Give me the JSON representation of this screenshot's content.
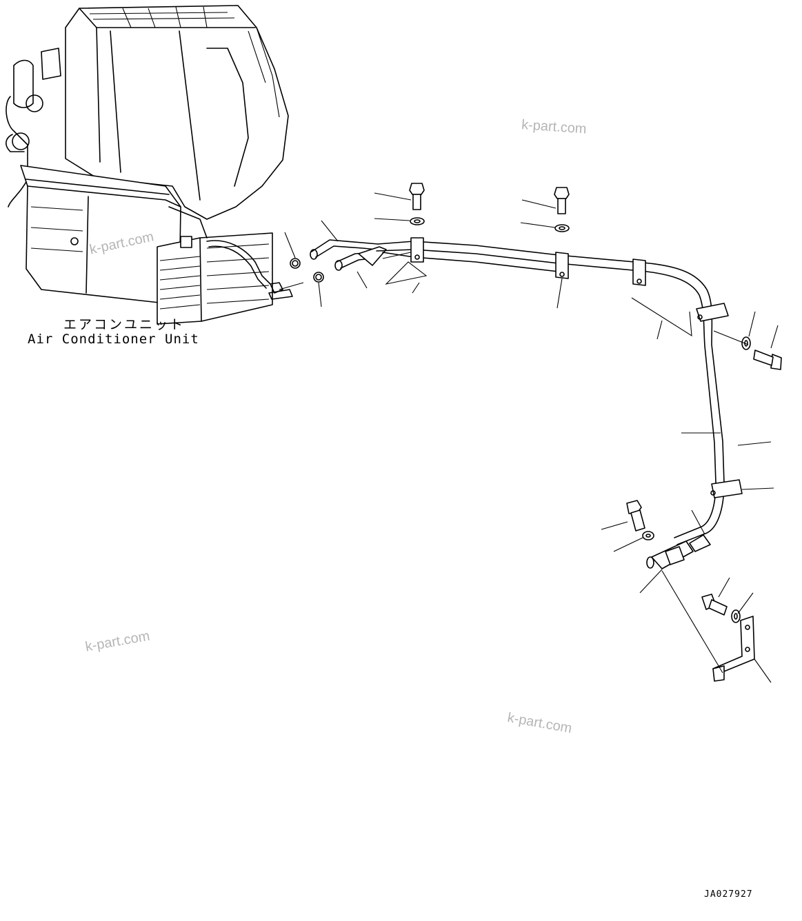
{
  "unit_label_jp": "エアコンユニット",
  "unit_label_en": "Air Conditioner Unit",
  "drawing_code": "JA027927",
  "watermarks": [
    "k-part.com",
    "k-part.com",
    "k-part.com",
    "k-part.com"
  ]
}
